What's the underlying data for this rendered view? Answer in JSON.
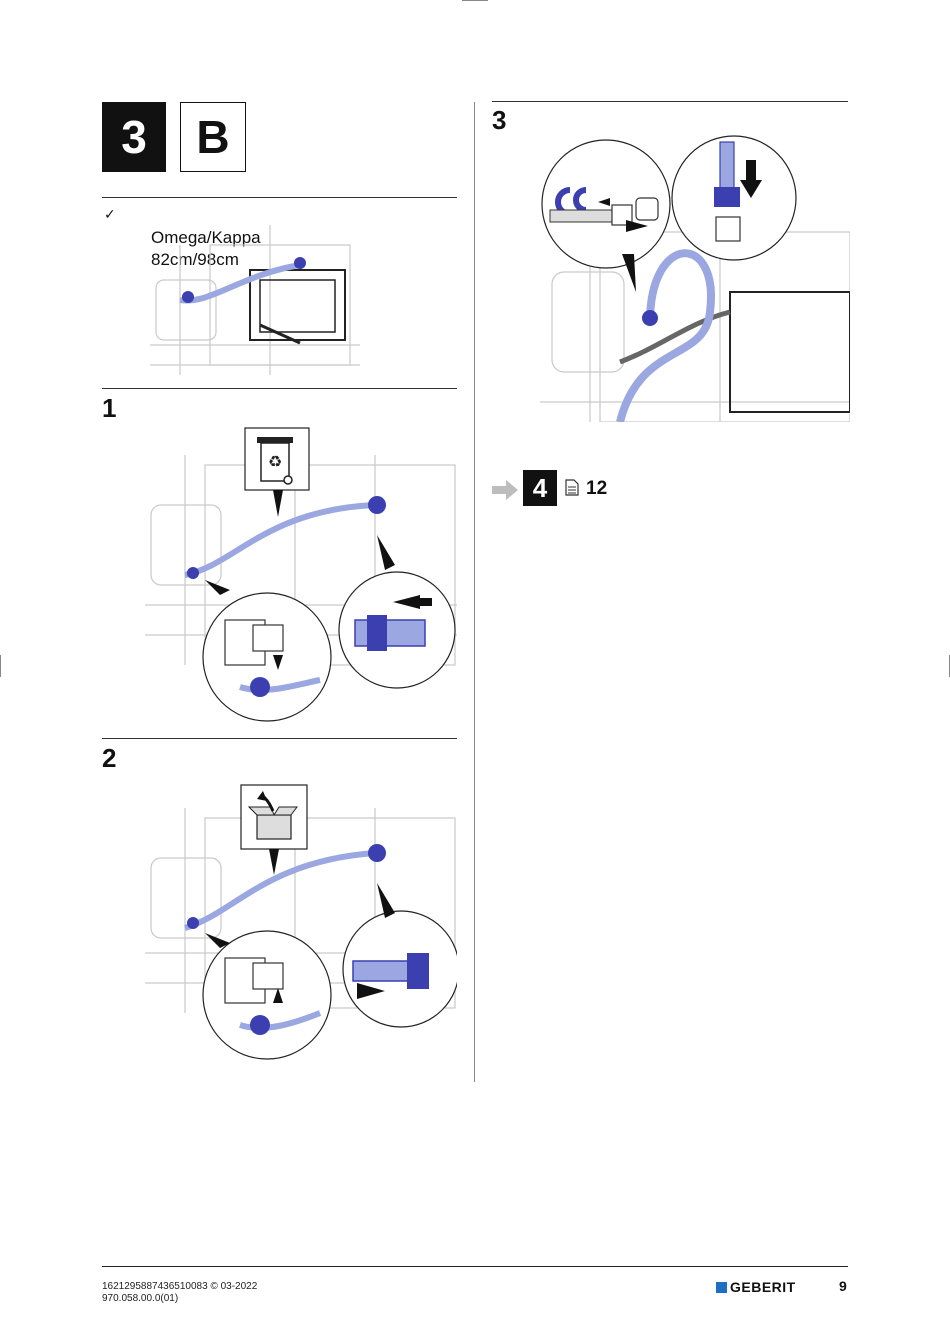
{
  "header": {
    "section_number": "3",
    "variant_letter": "B"
  },
  "prerequisite": {
    "check_mark": "✓",
    "product_line1": "Omega/Kappa",
    "product_line2": "82cm/98cm"
  },
  "steps": [
    {
      "number": "1",
      "pictogram": "recycle-bin-icon"
    },
    {
      "number": "2",
      "pictogram": "open-box-icon"
    },
    {
      "number": "3",
      "pictogram": "hose-connection"
    }
  ],
  "next_reference": {
    "arrow_icon": "arrow-right-icon",
    "next_section": "4",
    "doc_icon": "document-icon",
    "page": "12"
  },
  "footer": {
    "doc_code_line1": "1621295887436510083 © 03-2022",
    "doc_code_line2": "970.058.00.0(01)",
    "brand": "GEBERIT",
    "brand_color": "#1c6fc1",
    "page_number": "9"
  },
  "colors": {
    "hose_blue": "#9aa7e0",
    "hose_blue_dark": "#3b3fb0",
    "line_gray": "#c9c9c9"
  }
}
